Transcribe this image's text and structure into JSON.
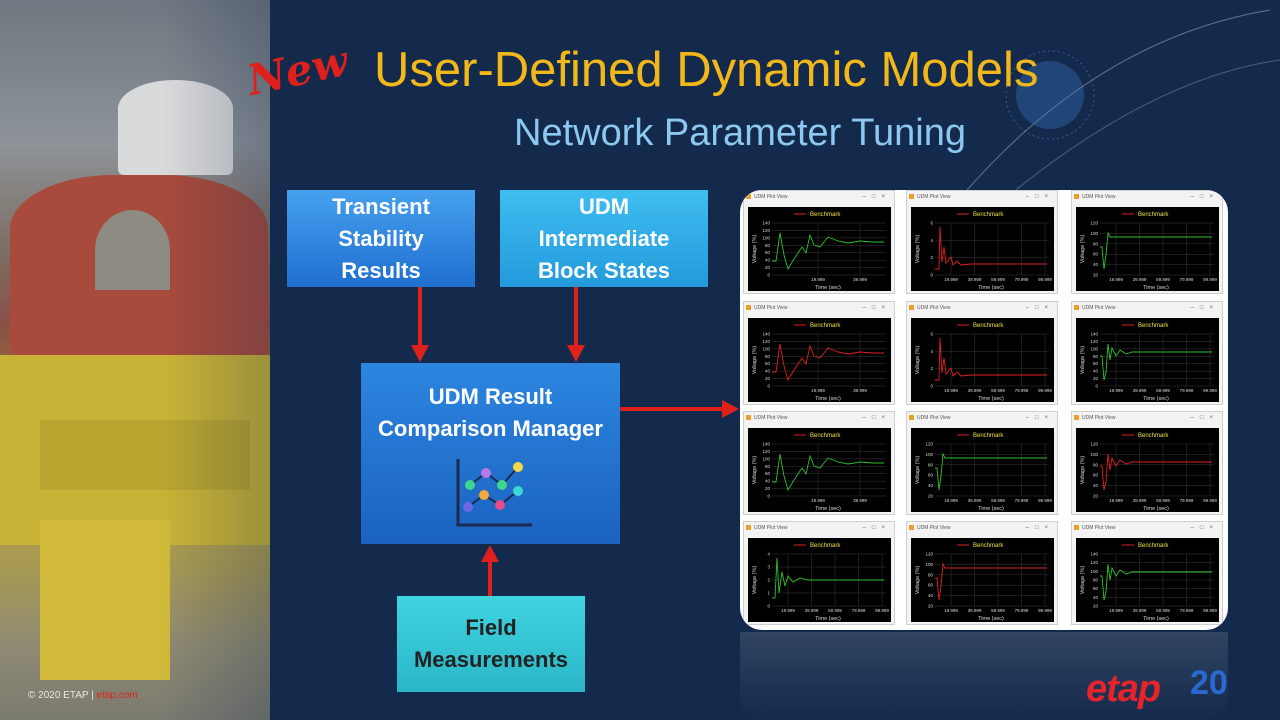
{
  "new_label": "New",
  "title": "User-Defined Dynamic Models",
  "subtitle": "Network Parameter Tuning",
  "boxes": {
    "transient": [
      "Transient",
      "Stability",
      "Results"
    ],
    "udm_states": [
      "UDM",
      "Intermediate",
      "Block States"
    ],
    "manager": [
      "UDM Result",
      "Comparison Manager"
    ],
    "field": [
      "Field",
      "Measurements"
    ]
  },
  "plot_window": {
    "title": "UDM Plot View",
    "legend": "Benchmark",
    "xlabel": "Time (sec)",
    "ylabel": "Voltage (%)"
  },
  "plots": [
    {
      "color": "green",
      "shape": "osc2",
      "ticks": [
        "0",
        "20",
        "40",
        "60",
        "80",
        "100",
        "120",
        "140"
      ],
      "xt": [
        "19.999",
        "39.999"
      ]
    },
    {
      "color": "red",
      "shape": "spike",
      "ticks": [
        "0",
        "2",
        "4",
        "6"
      ],
      "xt": [
        "19.999",
        "39.999",
        "59.999",
        "79.999",
        "99.999"
      ]
    },
    {
      "color": "green",
      "shape": "dip",
      "ticks": [
        "20",
        "40",
        "60",
        "80",
        "100",
        "120"
      ],
      "xt": [
        "19.999",
        "39.999",
        "59.999",
        "79.999",
        "99.999"
      ]
    },
    {
      "color": "red",
      "shape": "osc2",
      "ticks": [
        "0",
        "20",
        "40",
        "60",
        "80",
        "100",
        "120",
        "140"
      ],
      "xt": [
        "19.999",
        "39.999"
      ]
    },
    {
      "color": "red",
      "shape": "spike",
      "ticks": [
        "0",
        "2",
        "4",
        "6"
      ],
      "xt": [
        "19.999",
        "39.999",
        "59.999",
        "79.999",
        "99.999"
      ]
    },
    {
      "color": "green",
      "shape": "osc",
      "ticks": [
        "0",
        "20",
        "40",
        "60",
        "80",
        "100",
        "120",
        "140"
      ],
      "xt": [
        "19.999",
        "39.999",
        "59.999",
        "79.999",
        "99.999"
      ]
    },
    {
      "color": "green",
      "shape": "osc2",
      "ticks": [
        "0",
        "20",
        "40",
        "60",
        "80",
        "100",
        "120",
        "140"
      ],
      "xt": [
        "19.999",
        "39.999"
      ]
    },
    {
      "color": "green",
      "shape": "dip",
      "ticks": [
        "20",
        "40",
        "60",
        "80",
        "100",
        "120"
      ],
      "xt": [
        "19.999",
        "39.999",
        "59.999",
        "79.999",
        "99.999"
      ]
    },
    {
      "color": "red",
      "shape": "osc",
      "ticks": [
        "20",
        "40",
        "60",
        "80",
        "100",
        "120"
      ],
      "xt": [
        "19.999",
        "39.999",
        "59.999",
        "79.999",
        "99.999"
      ]
    },
    {
      "color": "green",
      "shape": "osc3",
      "ticks": [
        "0",
        "1",
        "2",
        "3",
        "4"
      ],
      "xt": [
        "19.999",
        "39.999",
        "59.999",
        "79.999",
        "99.999"
      ]
    },
    {
      "color": "red",
      "shape": "dip",
      "ticks": [
        "20",
        "40",
        "60",
        "80",
        "100",
        "120"
      ],
      "xt": [
        "19.999",
        "39.999",
        "59.999",
        "79.999",
        "99.999"
      ]
    },
    {
      "color": "green",
      "shape": "osc",
      "ticks": [
        "20",
        "40",
        "60",
        "80",
        "100",
        "120",
        "140"
      ],
      "xt": [
        "19.999",
        "39.999",
        "59.999",
        "79.999",
        "99.999"
      ]
    }
  ],
  "copyright": "© 2020 ETAP",
  "site": "etap.com",
  "brand": "etap",
  "brand_year": "20",
  "colors": {
    "title": "#f2b718",
    "subtitle": "#8cc8f0",
    "arrow": "#e0201c",
    "background": "#142a4c"
  }
}
